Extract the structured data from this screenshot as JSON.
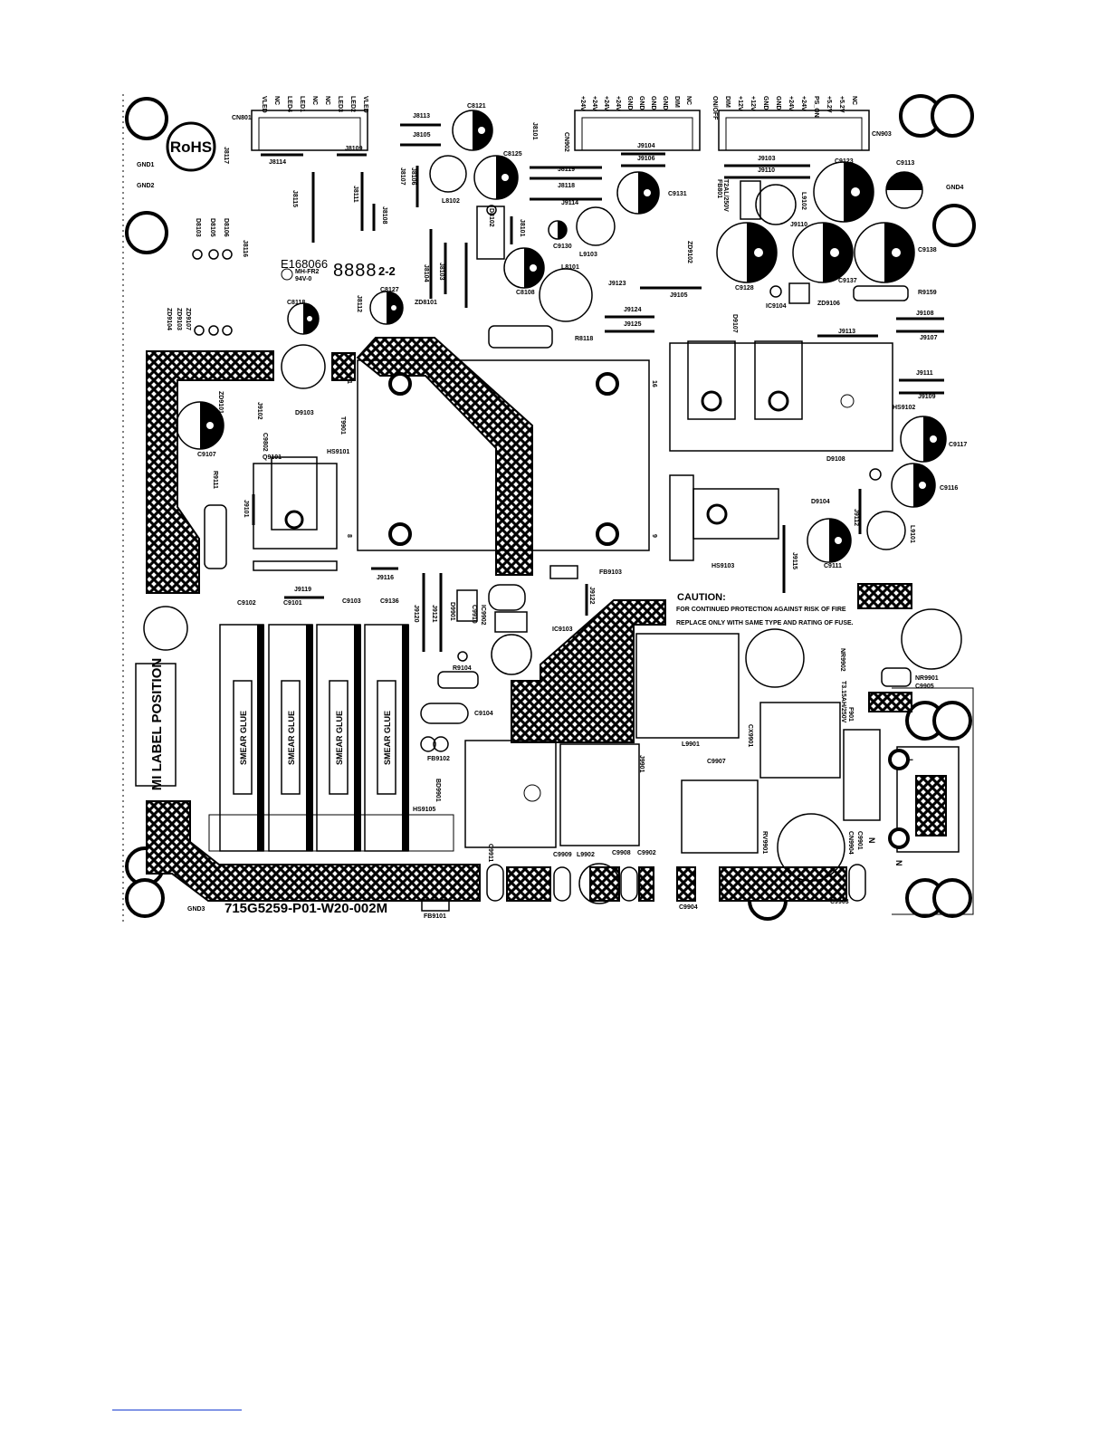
{
  "board": {
    "part_number": "715G5259-P01-W20-002M",
    "ul_code": "E168066",
    "rating_a": "MH-FR2",
    "rating_b": "94V-0",
    "date_box": "8888",
    "rev": "2-2",
    "rohs": "RoHS",
    "mi_label": "MI LABEL POSITION",
    "smear_glue": "SMEAR GLUE"
  },
  "caution": {
    "title": "CAUTION:",
    "line1": "FOR CONTINUED PROTECTION AGAINST RISK OF FIRE",
    "line2": "REPLACE ONLY WITH SAME TYPE AND RATING OF FUSE."
  },
  "connectors": {
    "cn801": {
      "ref": "CN801",
      "pins": [
        "VLED",
        "NC",
        "LED4",
        "LED1",
        "NC",
        "NC",
        "LED3",
        "LED2",
        "VLED"
      ]
    },
    "cn902": {
      "ref": "CN902",
      "pins": [
        "+24V",
        "+24V",
        "+24V",
        "+24V",
        "GND",
        "GND",
        "GND",
        "GND",
        "DIM",
        "NC"
      ]
    },
    "cn903": {
      "ref": "CN903",
      "pins": [
        "ON/OFF",
        "DIM",
        "+12V",
        "+12V",
        "GND",
        "GND",
        "+24V",
        "+24V",
        "PS_ON",
        "+5.2V",
        "+5.2V",
        "NC"
      ]
    }
  },
  "labels": {
    "gnd1": "GND1",
    "gnd2": "GND2",
    "gnd3": "GND3",
    "gnd4": "GND4",
    "j8113": "J8113",
    "j8105": "J8105",
    "j8114": "J8114",
    "j8109": "J8109",
    "j8117": "J8117",
    "j8107": "J8107",
    "j8106": "J8106",
    "j8111": "J8111",
    "j8115": "J8115",
    "j8116": "J8116",
    "j8108": "J8108",
    "j8112": "J8112",
    "c8121": "C8121",
    "c8125": "C8125",
    "l8102": "L8102",
    "c8127": "C8127",
    "zd8101": "ZD8101",
    "c8118": "C8118",
    "d8101": "D8101",
    "d8102": "D8102",
    "c8108": "C8108",
    "l8101": "L8101",
    "r8118": "R8118",
    "d8103": "D8103",
    "d8105": "D8105",
    "d8106": "D8106",
    "zd9103": "ZD9103",
    "zd9107": "ZD9107",
    "zd9104": "ZD9104",
    "j8101": "J8101",
    "j8103": "J8103",
    "j8104": "J8104",
    "j8119": "J8119",
    "j8118": "J8118",
    "j9114": "J9114",
    "j9104": "J9104",
    "j9106": "J9106",
    "c9131": "C9131",
    "c9130": "C9130",
    "l9103": "L9103",
    "j9123": "J9123",
    "j9124": "J9124",
    "j9125": "J9125",
    "j9105": "J9105",
    "j9103": "J9103",
    "j9110": "J9110",
    "fb801": "FB801",
    "fb801_rating": "T2AL/250V",
    "l9102": "L9102",
    "c9123": "C9123",
    "c9113": "C9113",
    "c9138": "C9138",
    "c9137": "C9137",
    "c9128": "C9128",
    "zd9102": "ZD9102",
    "zd9106": "ZD9106",
    "r9159": "R9159",
    "j9108": "J9108",
    "j9107": "J9107",
    "j9113": "J9113",
    "d9107": "D9107",
    "ic9104": "IC9104",
    "j9111": "J9111",
    "j9109": "J9109",
    "hs9102": "HS9102",
    "c9117": "C9117",
    "d9108": "D9108",
    "c9116": "C9116",
    "d9104": "D9104",
    "j9112": "J9112",
    "l9101": "L9101",
    "c9111": "C9111",
    "j9115": "J9115",
    "hs9103": "HS9103",
    "t9901": "T9901",
    "d9103": "D9103",
    "zd9101": "ZD9101",
    "j9102": "J9102",
    "c9107": "C9107",
    "c9802": "C9802",
    "q9101": "Q9101",
    "hs9101": "HS9101",
    "r9111": "R9111",
    "j9101": "J9101",
    "j9116": "J9116",
    "fb9103": "FB9103",
    "j9119": "J9119",
    "c9102": "C9102",
    "c9101": "C9101",
    "c9103": "C9103",
    "c9136": "C9136",
    "j9120": "J9120",
    "j9121": "J9121",
    "d9901": "D9901",
    "c9910": "C9910",
    "ic9902": "IC9902",
    "j9122": "J9122",
    "ic9103": "IC9103",
    "r9104": "R9104",
    "c9104": "C9104",
    "fb9102": "FB9102",
    "bd9901": "BD9901",
    "hs9105": "HS9105",
    "c9911": "C9911",
    "l9901": "L9901",
    "j9901": "J9901",
    "c9907": "C9907",
    "l9902": "L9902",
    "c9909": "C9909",
    "c9908": "C9908",
    "c9902": "C9902",
    "c9904": "C9904",
    "c9903": "C9903",
    "fb9101": "FB9101",
    "nr9902": "NR9902",
    "nr9901": "NR9901",
    "c9905": "C9905",
    "f901": "F901",
    "f901_rating": "T3.15AH/250V",
    "cx9901": "CX9901",
    "rv9901": "RV9901",
    "cn9904": "CN9904",
    "c9901": "C9901",
    "l": "L",
    "n": "N",
    "n2": "N",
    "pin16": "16",
    "pin8": "8",
    "pin9": "9",
    "pin1": "1"
  }
}
